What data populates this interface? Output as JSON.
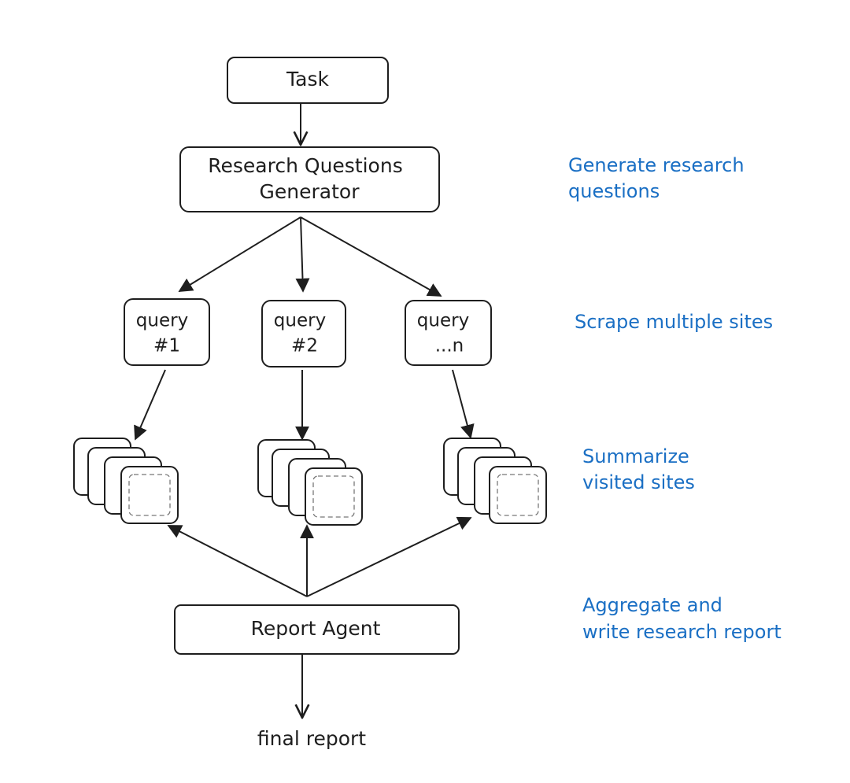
{
  "colors": {
    "ink": "#1e1e1e",
    "note": "#1a6fc4",
    "background": "#ffffff"
  },
  "nodes": {
    "task": {
      "label": "Task"
    },
    "generator": {
      "line1": "Research Questions",
      "line2": "Generator"
    },
    "queries": [
      {
        "line1": "query",
        "line2": "#1"
      },
      {
        "line1": "query",
        "line2": "#2"
      },
      {
        "line1": "query",
        "line2": "...n"
      }
    ],
    "report_agent": {
      "label": "Report Agent"
    },
    "final_output": {
      "label": "final report"
    }
  },
  "annotations": [
    {
      "line1": "Generate research",
      "line2": "questions"
    },
    {
      "line1": "Scrape multiple sites",
      "line2": ""
    },
    {
      "line1": "Summarize",
      "line2": "visited sites"
    },
    {
      "line1": "Aggregate and",
      "line2": "write research report"
    }
  ]
}
